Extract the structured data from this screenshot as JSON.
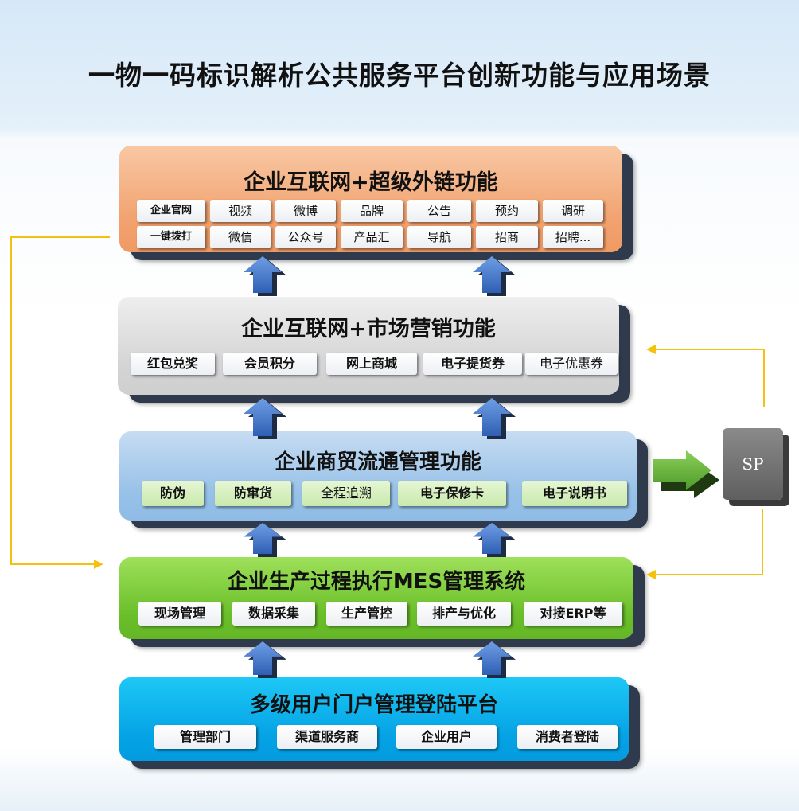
{
  "title": "一物一码标识解析公共服务平台创新功能与应用场景",
  "layers": [
    {
      "title": "企业互联网+超级外链功能",
      "row1": [
        "企业官网",
        "视频",
        "微博",
        "品牌",
        "公告",
        "预约",
        "调研"
      ],
      "row2": [
        "一键拨打",
        "微信",
        "公众号",
        "产品汇",
        "导航",
        "招商",
        "招聘..."
      ]
    },
    {
      "title": "企业互联网+市场营销功能",
      "items": [
        "红包兑奖",
        "会员积分",
        "网上商城",
        "电子提货券",
        "电子优惠券"
      ]
    },
    {
      "title": "企业商贸流通管理功能",
      "items": [
        "防伪",
        "防窜货",
        "全程追溯",
        "电子保修卡",
        "电子说明书"
      ]
    },
    {
      "title": "企业生产过程执行MES管理系统",
      "items": [
        "现场管理",
        "数据采集",
        "生产管控",
        "排产与优化",
        "对接ERP等"
      ]
    },
    {
      "title": "多级用户门户管理登陆平台",
      "items": [
        "管理部门",
        "渠道服务商",
        "企业用户",
        "消费者登陆"
      ]
    }
  ],
  "sp_label": "SP",
  "colors": {
    "layer1": "#f2a26f",
    "layer2": "#d4d4d4",
    "layer3": "#97c1e8",
    "layer4": "#6bbf2a",
    "layer5": "#05a3e6",
    "arrow_blue": "#3b6fc4",
    "arrow_green": "#5aa832",
    "connector": "#f4c20d"
  }
}
